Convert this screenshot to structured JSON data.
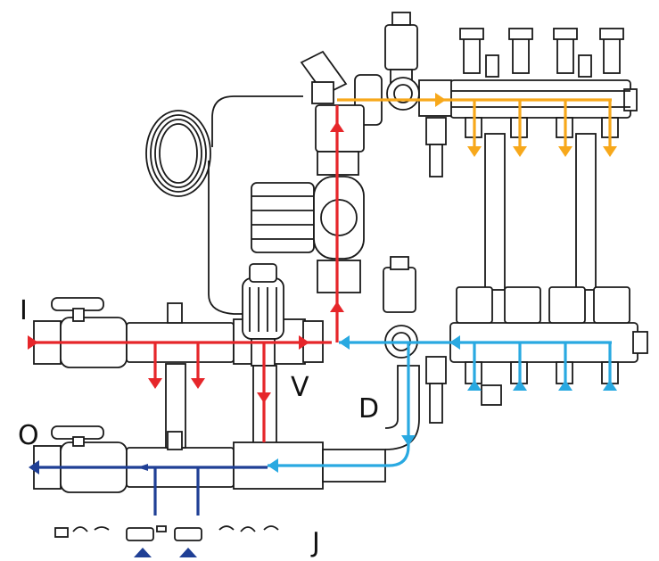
{
  "labels": {
    "inlet": "I",
    "outlet": "O",
    "valve": "V",
    "drain": "D",
    "junction": "J"
  },
  "colors": {
    "supply_hot": "#e6262a",
    "supply_loop": "#f7a81b",
    "return_light": "#29a9e1",
    "return_dark": "#1f3f95",
    "hardware_line": "#1a1a1a",
    "hardware_fill": "#ffffff"
  },
  "icons": [
    "thermostatic-valve-head-icon",
    "circulation-pump-icon",
    "capillary-coil-icon",
    "ball-valve-icon",
    "air-vent-icon",
    "flow-meter-icon",
    "drain-valve-icon"
  ]
}
